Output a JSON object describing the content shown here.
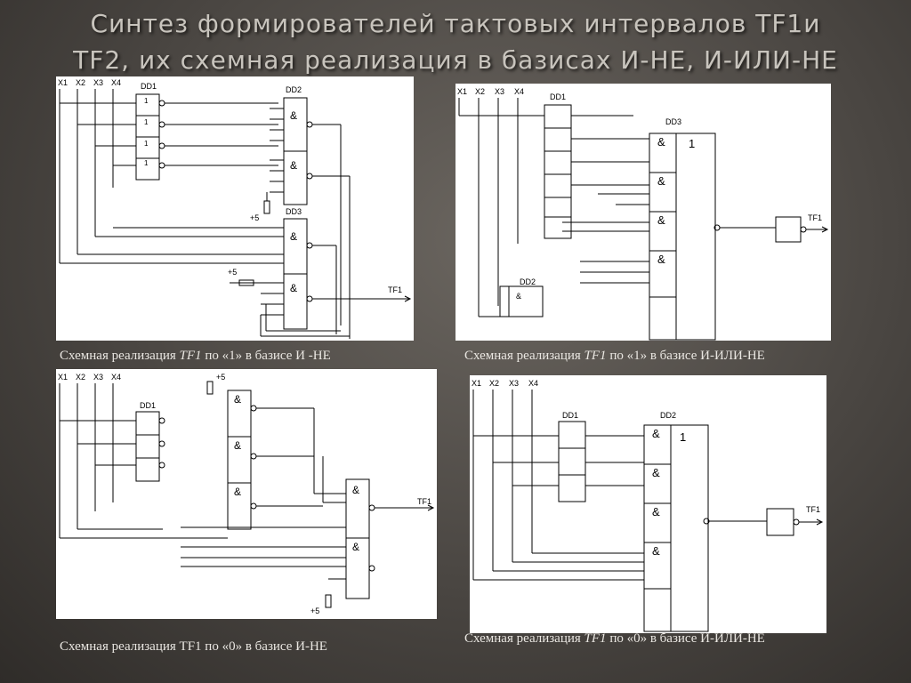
{
  "slide": {
    "title_line1": "Синтез формирователей тактовых интервалов TF1и",
    "title_line2": "TF2, их схемная реализация в базисах И-НЕ, И-ИЛИ-НЕ"
  },
  "captions": [
    {
      "pre": "Схемная реализация ",
      "ital": "TF1",
      "post": " по «1» в базисе И -НЕ"
    },
    {
      "pre": "Схемная реализация ",
      "ital": "TF1",
      "post": " по «1» в базисе И-ИЛИ-НЕ"
    },
    {
      "pre": "Схемная реализация TF1 по «0» в базисе И-НЕ",
      "ital": "",
      "post": ""
    },
    {
      "pre": "Схемная реализация ",
      "ital": "TF1",
      "post": " по «0» в базисе И-ИЛИ-НЕ"
    }
  ],
  "diagram_labels": {
    "inputs": [
      "X1",
      "X2",
      "X3",
      "X4"
    ],
    "output": "TF1",
    "power": "+5",
    "and_symbol": "&",
    "or_symbol": "1",
    "not_symbol": "1",
    "chips": [
      "DD1",
      "DD2",
      "DD3"
    ]
  }
}
